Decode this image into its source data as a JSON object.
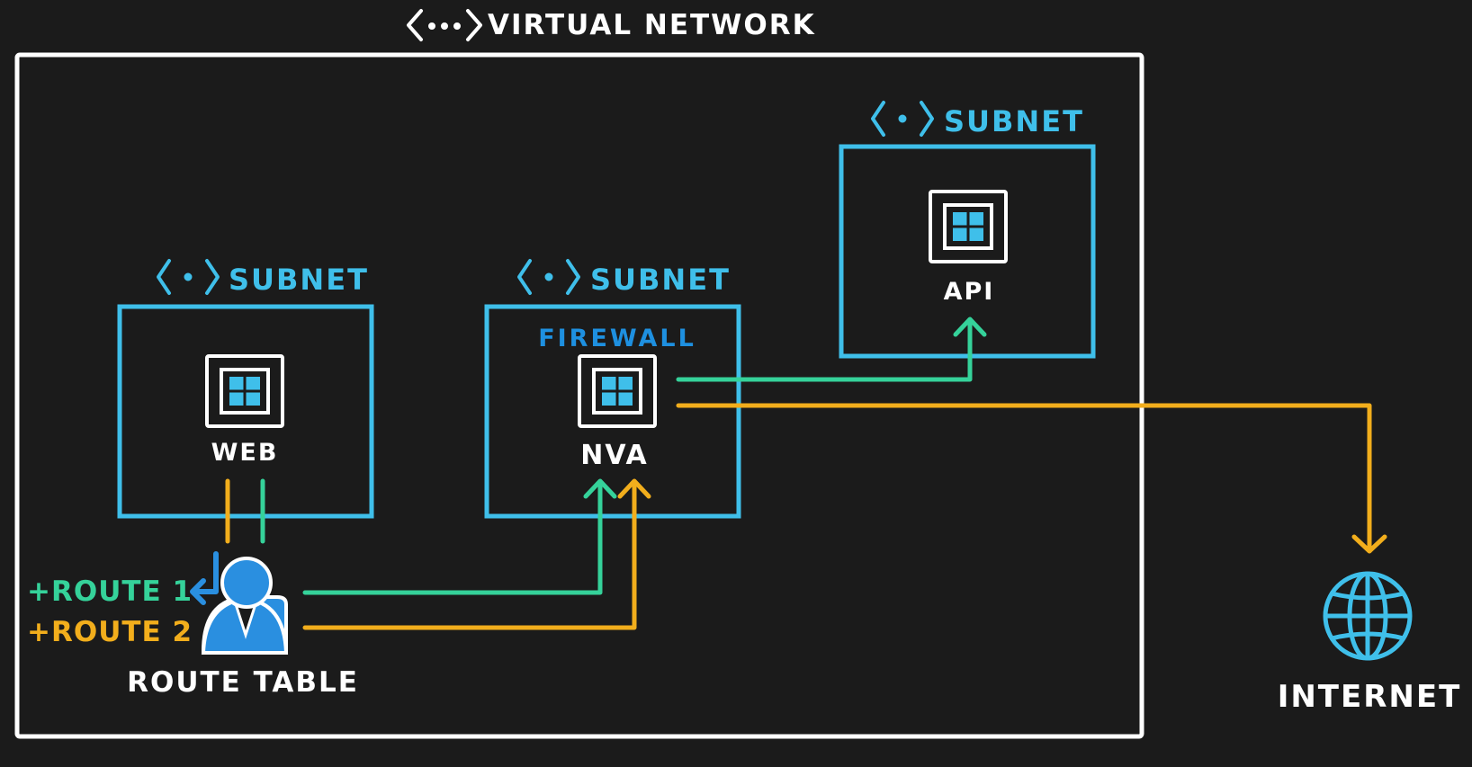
{
  "virtual_network": {
    "icon": "code-brackets-icon",
    "label": "VIRTUAL NETWORK"
  },
  "subnets": {
    "web": {
      "icon": "code-brackets-icon",
      "label": "SUBNET",
      "vm_icon": "virtual-machine-icon",
      "vm_label": "WEB"
    },
    "firewall": {
      "icon": "code-brackets-icon",
      "label": "SUBNET",
      "title": "FIREWALL",
      "vm_icon": "virtual-machine-icon",
      "vm_label": "NVA"
    },
    "api": {
      "icon": "code-brackets-icon",
      "label": "SUBNET",
      "vm_icon": "virtual-machine-icon",
      "vm_label": "API"
    }
  },
  "route_table": {
    "icon": "user-icon",
    "label": "ROUTE TABLE",
    "routes": [
      {
        "label": "+ROUTE 1",
        "color": "#35d29a"
      },
      {
        "label": "+ROUTE 2",
        "color": "#f2ae1c"
      }
    ]
  },
  "internet": {
    "icon": "globe-icon",
    "label": "INTERNET"
  },
  "colors": {
    "background": "#1b1b1b",
    "network_border": "#ffffff",
    "subnet_border": "#3fbfea",
    "route1": "#35d29a",
    "route2": "#f2ae1c",
    "firewall_text": "#1e90e0"
  }
}
